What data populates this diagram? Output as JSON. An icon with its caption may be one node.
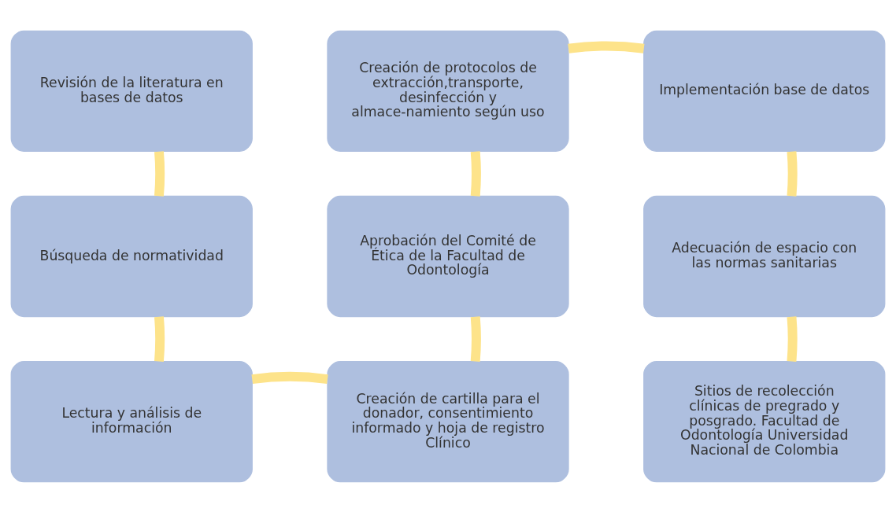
{
  "diagram": {
    "nodes": [
      {
        "text": [
          "Revisión de la literatura en bases de datos"
        ]
      },
      {
        "text": [
          "Creación de protocolos de extracción,transporte, desinfección y almace-namiento según uso"
        ]
      },
      {
        "text": [
          "Implementación base de datos"
        ]
      },
      {
        "text": [
          "Búsqueda de normatividad"
        ]
      },
      {
        "text": [
          "Aprobación del Comité de Ética de la Facultad de Odontología"
        ]
      },
      {
        "text": [
          "Adecuación de espacio con las normas sanitarias"
        ]
      },
      {
        "text": [
          "Lectura y análisis de información"
        ]
      },
      {
        "text": [
          "Creación de cartilla para el donador, consentimiento informado y hoja de registro Clínico"
        ]
      },
      {
        "text": [
          "Sitios de recolección clínicas de pregrado y posgrado. Facultad de Odontología Universidad Nacional de Colombia"
        ]
      }
    ],
    "edges": [
      {
        "from": 0,
        "to": 3,
        "arrow": "none"
      },
      {
        "from": 3,
        "to": 6,
        "arrow": "none"
      },
      {
        "from": 6,
        "to": 7,
        "arrow": "none"
      },
      {
        "from": 7,
        "to": 4,
        "arrow": "none"
      },
      {
        "from": 4,
        "to": 1,
        "arrow": "none"
      },
      {
        "from": 1,
        "to": 2,
        "arrow": "none"
      },
      {
        "from": 2,
        "to": 5,
        "arrow": "none"
      },
      {
        "from": 5,
        "to": 8,
        "arrow": "none"
      }
    ]
  }
}
